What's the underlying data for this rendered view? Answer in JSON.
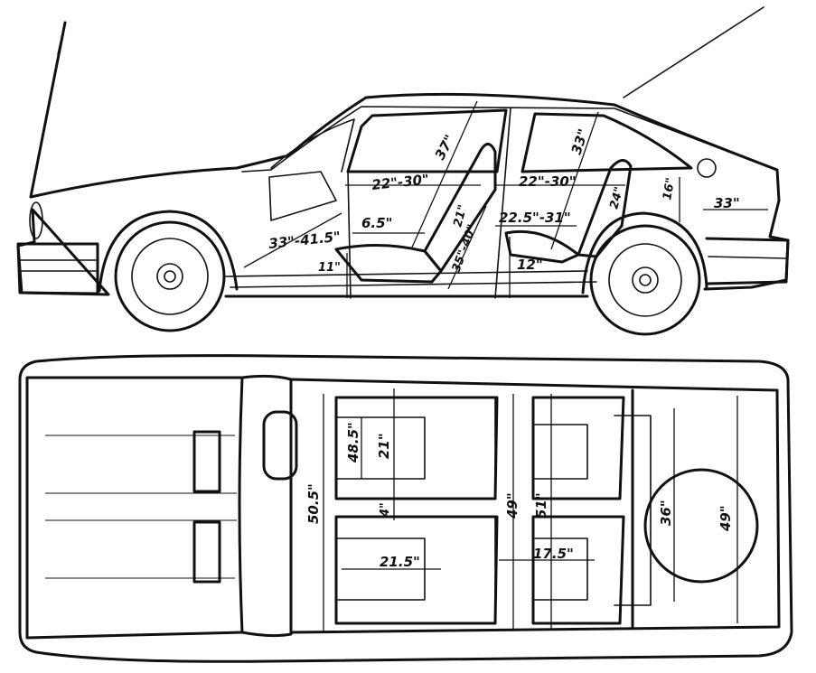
{
  "side_view": {
    "dimensions": {
      "d_37": "37\"",
      "d_33": "33\"",
      "d_22_30_front": "22\"-30\"",
      "d_22_30_rear": "22\"-30\"",
      "d_16": "16\"",
      "d_33_rear": "33\"",
      "d_33_41_5": "33\"-41.5\"",
      "d_6_5": "6.5\"",
      "d_21": "21\"",
      "d_22_5_31": "22.5\"-31\"",
      "d_24": "24\"",
      "d_35_40": "35\"-40\"",
      "d_11": "11\"",
      "d_12": "12\""
    }
  },
  "top_view": {
    "dimensions": {
      "d_50_5": "50.5\"",
      "d_48_5": "48.5\"",
      "d_21": "21\"",
      "d_4": "4\"",
      "d_49_mid": "49\"",
      "d_51": "51\"",
      "d_21_5": "21.5\"",
      "d_17_5": "17.5\"",
      "d_36": "36\"",
      "d_49_rear": "49\""
    }
  }
}
